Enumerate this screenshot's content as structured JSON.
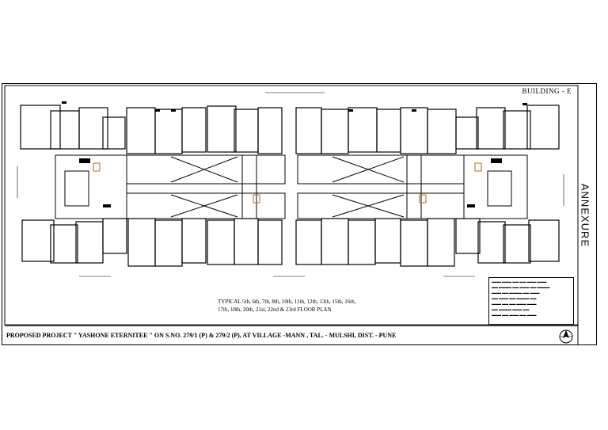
{
  "sheet": {
    "building_label": "BUILDING - E",
    "annexure_label": "ANNEXURE",
    "project_title": "PROPOSED PROJECT \" YASHONE ETERNITEE \" ON S.NO. 279/1 (P) & 279/2 (P), AT VILLAGE -MANN , TAL. - MULSHI, DIST. - PUNE",
    "plan_caption_line1": "TYPICAL 5th, 6th, 7th, 8th, 10th, 11th, 12th, 13th, 15th, 16th,",
    "plan_caption_line2": "17th, 18th, 20th, 21st, 22nd & 23rd FLOOR PLAN"
  },
  "icons": [
    "north-arrow-icon"
  ]
}
